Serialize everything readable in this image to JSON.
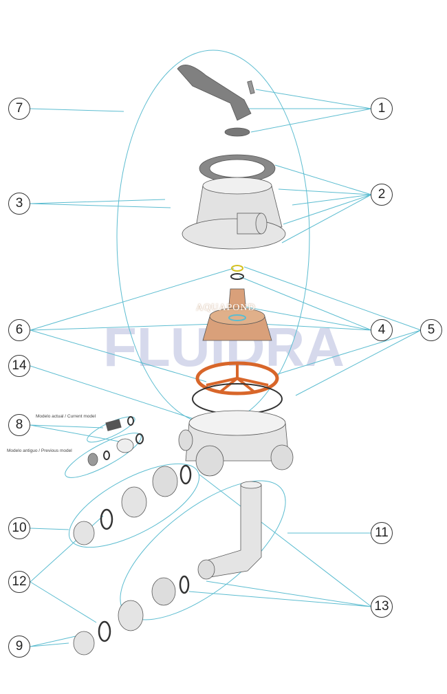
{
  "watermark": {
    "brand": "FLUIDRA",
    "sub": "AQUAPOND"
  },
  "notes": {
    "current": "Modelo actual / Current model",
    "previous": "Modelo antiguo / Previous model"
  },
  "callouts": {
    "c1": "1",
    "c2": "2",
    "c3": "3",
    "c4": "4",
    "c5": "5",
    "c6": "6",
    "c7": "7",
    "c8": "8",
    "c9": "9",
    "c10": "10",
    "c11": "11",
    "c12": "12",
    "c13": "13",
    "c14": "14"
  },
  "colors": {
    "leader": "#5bbcd0",
    "part": "#d9d9d9",
    "rotor": "#d9a07a",
    "gasket": "#d8662a"
  }
}
